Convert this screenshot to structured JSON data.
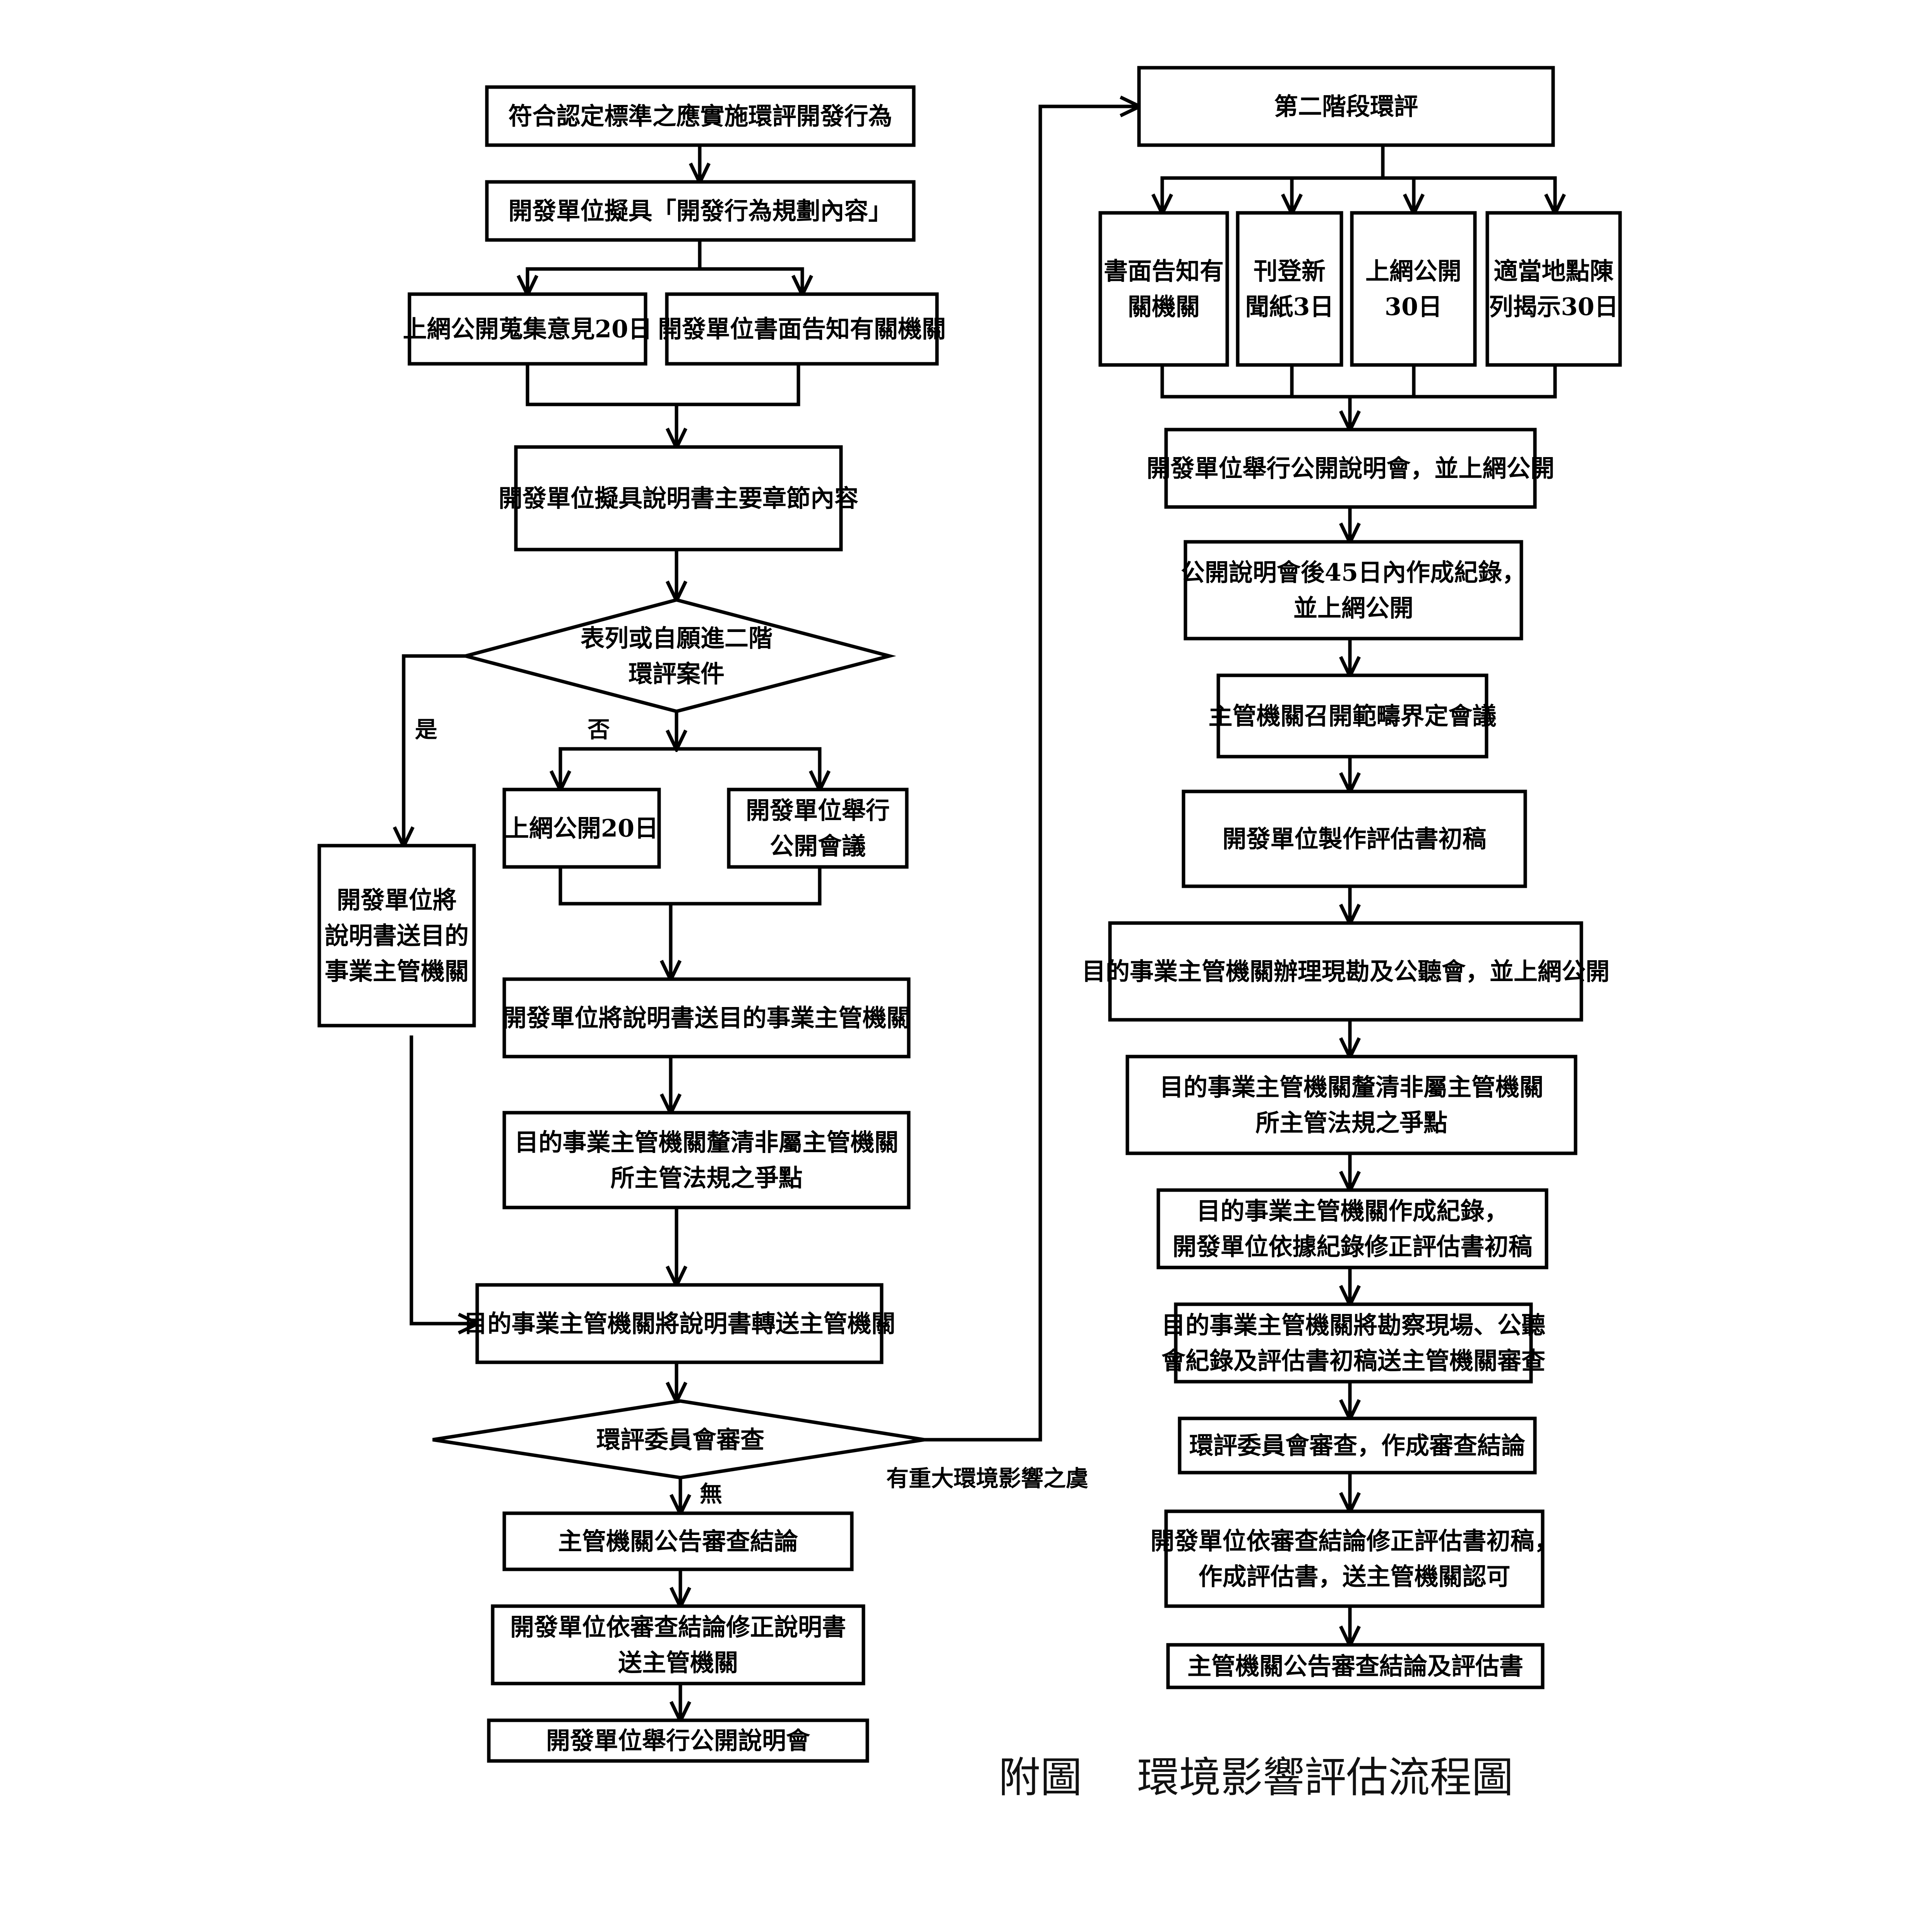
{
  "nodes": {
    "L1": {
      "label": [
        "符合認定標準之應實施環評開發行為"
      ]
    },
    "L2": {
      "label": [
        "開發單位擬具「開發行為規劃內容」"
      ]
    },
    "L3a": {
      "label": [
        "上網公開蒐集意見20日"
      ]
    },
    "L3b": {
      "label": [
        "開發單位書面告知有關機關"
      ]
    },
    "L4": {
      "label": [
        "開發單位擬具說明書主要章節內容"
      ]
    },
    "D1": {
      "label": [
        "表列或自願進二階",
        "環評案件"
      ]
    },
    "L6a": {
      "label": [
        "上網公開20日"
      ]
    },
    "L6b": {
      "label": [
        "開發單位舉行",
        "公開會議"
      ]
    },
    "LS": {
      "label": [
        "開發單位將",
        "說明書送目的",
        "事業主管機關"
      ]
    },
    "L7": {
      "label": [
        "開發單位將說明書送目的事業主管機關"
      ]
    },
    "L8": {
      "label": [
        "目的事業主管機關釐清非屬主管機關",
        "所主管法規之爭點"
      ]
    },
    "L9": {
      "label": [
        "目的事業主管機關將說明書轉送主管機關"
      ]
    },
    "D2": {
      "label": [
        "環評委員會審查"
      ]
    },
    "L11": {
      "label": [
        "主管機關公告審查結論"
      ]
    },
    "L12": {
      "label": [
        "開發單位依審查結論修正說明書",
        "送主管機關"
      ]
    },
    "L13": {
      "label": [
        "開發單位舉行公開說明會"
      ]
    },
    "R1": {
      "label": [
        "第二階段環評"
      ]
    },
    "R2a": {
      "label": [
        "書面告知有",
        "關機關"
      ]
    },
    "R2b": {
      "label": [
        "刊登新",
        "聞紙3日"
      ]
    },
    "R2c": {
      "label": [
        "上網公開",
        "30日"
      ]
    },
    "R2d": {
      "label": [
        "適當地點陳",
        "列揭示30日"
      ]
    },
    "R3": {
      "label": [
        "開發單位舉行公開說明會，並上網公開"
      ]
    },
    "R4": {
      "label": [
        "公開說明會後45日內作成紀錄，",
        "並上網公開"
      ]
    },
    "R5": {
      "label": [
        "主管機關召開範疇界定會議"
      ]
    },
    "R6": {
      "label": [
        "開發單位製作評估書初稿"
      ]
    },
    "R7": {
      "label": [
        "目的事業主管機關辦理現勘及公聽會，並上網公開"
      ]
    },
    "R8": {
      "label": [
        "目的事業主管機關釐清非屬主管機關",
        "所主管法規之爭點"
      ]
    },
    "R9": {
      "label": [
        "目的事業主管機關作成紀錄，",
        "開發單位依據紀錄修正評估書初稿"
      ]
    },
    "R10": {
      "label": [
        "目的事業主管機關將勘察現場、公聽",
        "會紀錄及評估書初稿送主管機關審查"
      ]
    },
    "R11": {
      "label": [
        "環評委員會審查，作成審查結論"
      ]
    },
    "R12": {
      "label": [
        "開發單位依審查結論修正評估書初稿，",
        "作成評估書，送主管機關認可"
      ]
    },
    "R13": {
      "label": [
        "主管機關公告審查結論及評估書"
      ]
    }
  },
  "edge_labels": {
    "yes": "是",
    "no": "否",
    "none": "無",
    "significant": "有重大環境影響之虞"
  },
  "caption": "附圖　 環境影響評估流程圖"
}
